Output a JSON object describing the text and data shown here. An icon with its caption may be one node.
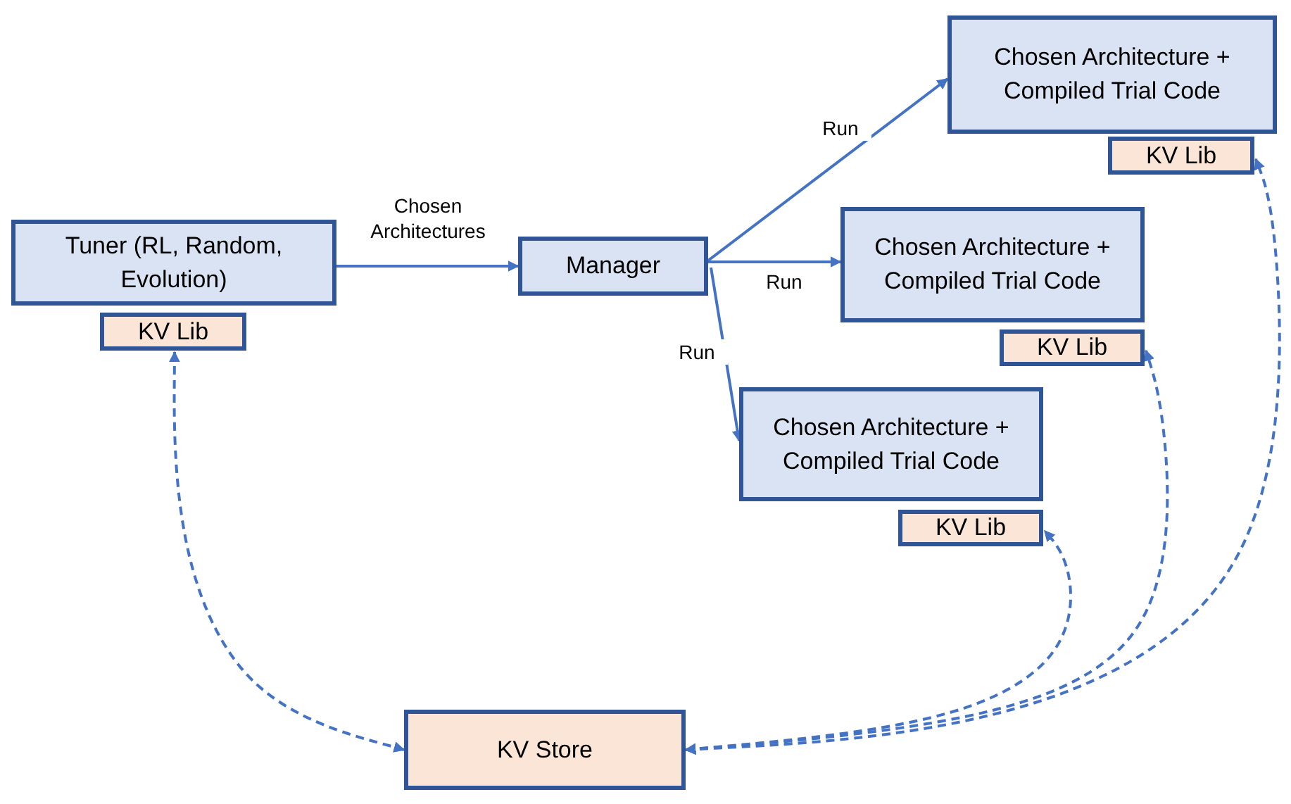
{
  "diagram": {
    "nodes": [
      {
        "text": [
          "Tuner (RL, Random, Evolution)"
        ]
      },
      {
        "text": [
          "KV Lib"
        ]
      },
      {
        "text": [
          "Manager"
        ]
      },
      {
        "text": [
          "Chosen Architecture + Compiled Trial Code"
        ]
      },
      {
        "text": [
          "KV Lib"
        ]
      },
      {
        "text": [
          "Chosen Architecture + Compiled Trial Code"
        ]
      },
      {
        "text": [
          "KV Lib"
        ]
      },
      {
        "text": [
          "Chosen Architecture + Compiled Trial Code"
        ]
      },
      {
        "text": [
          "KV Lib"
        ]
      },
      {
        "text": [
          "KV Store"
        ]
      }
    ],
    "edges": [
      {
        "from": 0,
        "to": 2,
        "arrow": "to",
        "label": "Chosen Architectures"
      },
      {
        "from": 2,
        "to": 3,
        "arrow": "to",
        "label": "Run"
      },
      {
        "from": 2,
        "to": 5,
        "arrow": "to",
        "label": "Run"
      },
      {
        "from": 2,
        "to": 7,
        "arrow": "to",
        "label": "Run"
      },
      {
        "from": 1,
        "to": 9,
        "arrow": "both",
        "style": "dashed"
      },
      {
        "from": 9,
        "to": 8,
        "arrow": "both",
        "style": "dashed"
      },
      {
        "from": 9,
        "to": 6,
        "arrow": "both",
        "style": "dashed"
      },
      {
        "from": 9,
        "to": 4,
        "arrow": "both",
        "style": "dashed"
      }
    ]
  }
}
